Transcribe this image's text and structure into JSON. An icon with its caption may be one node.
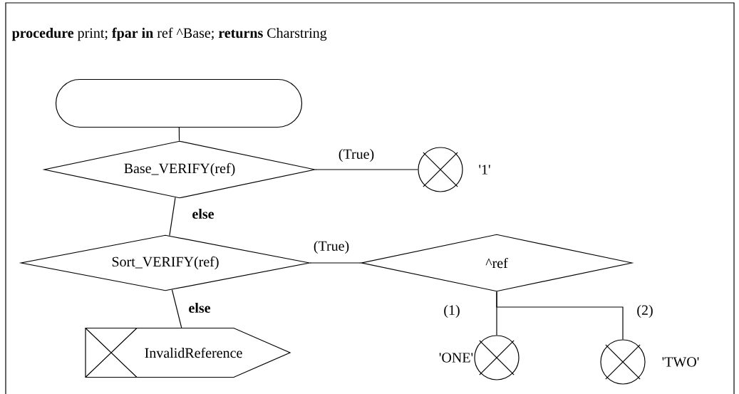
{
  "diagram": {
    "title": "**procedure** print; **fpar in** ref ^Base; **returns** Charstring",
    "nodes": [
      {
        "text": [],
        "shape": "box"
      },
      {
        "text": [
          "Base_VERIFY(ref)"
        ]
      },
      {
        "text": [],
        "shape": "circle",
        "beside": [
          "'1'"
        ]
      },
      {
        "text": [
          "Sort_VERIFY(ref)"
        ]
      },
      {
        "text": [
          "^ref"
        ]
      },
      {
        "text": [
          "InvalidReference"
        ]
      },
      {
        "text": [],
        "shape": "circle",
        "beside": [
          "'ONE'"
        ]
      },
      {
        "text": [],
        "shape": "circle",
        "beside": [
          "'TWO'"
        ]
      }
    ],
    "edges": [
      {
        "from": 0,
        "to": 1,
        "arrow": "none"
      },
      {
        "from": 1,
        "to": 2,
        "arrow": "none",
        "label": "(True)"
      },
      {
        "from": 1,
        "to": 3,
        "arrow": "none",
        "label": "else"
      },
      {
        "from": 3,
        "to": 4,
        "arrow": "none",
        "label": "(True)"
      },
      {
        "from": 3,
        "to": 5,
        "arrow": "none",
        "label": "else"
      },
      {
        "from": 4,
        "to": 6,
        "arrow": "none",
        "label": "(1)"
      },
      {
        "from": 4,
        "to": 7,
        "arrow": "none",
        "label": "(2)"
      }
    ]
  }
}
